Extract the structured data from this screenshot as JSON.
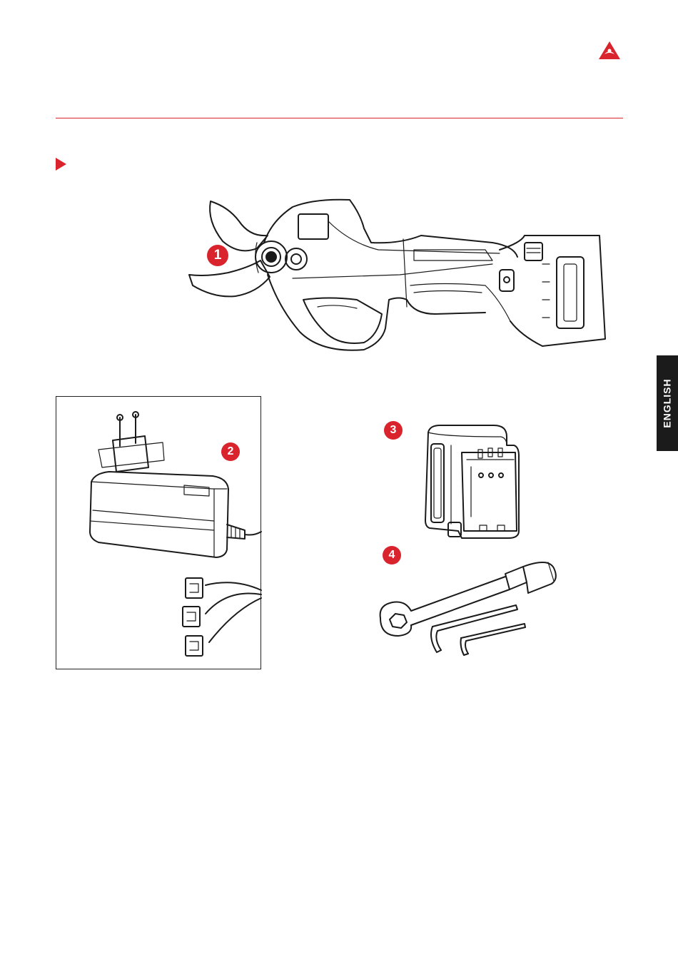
{
  "header": {
    "logo_icon": "red-triangle-logo-icon",
    "rule_color": "#d9232d"
  },
  "side_tab": {
    "label": "ENGLISH"
  },
  "parts": [
    {
      "number": "1",
      "icon": "pruning-shears-icon"
    },
    {
      "number": "2",
      "icon": "charger-adapter-icon"
    },
    {
      "number": "3",
      "icon": "battery-pack-icon"
    },
    {
      "number": "4",
      "icon": "wrench-and-hex-keys-icon"
    }
  ],
  "colors": {
    "accent": "#d9232d",
    "tab_bg": "#1b1b1b"
  }
}
